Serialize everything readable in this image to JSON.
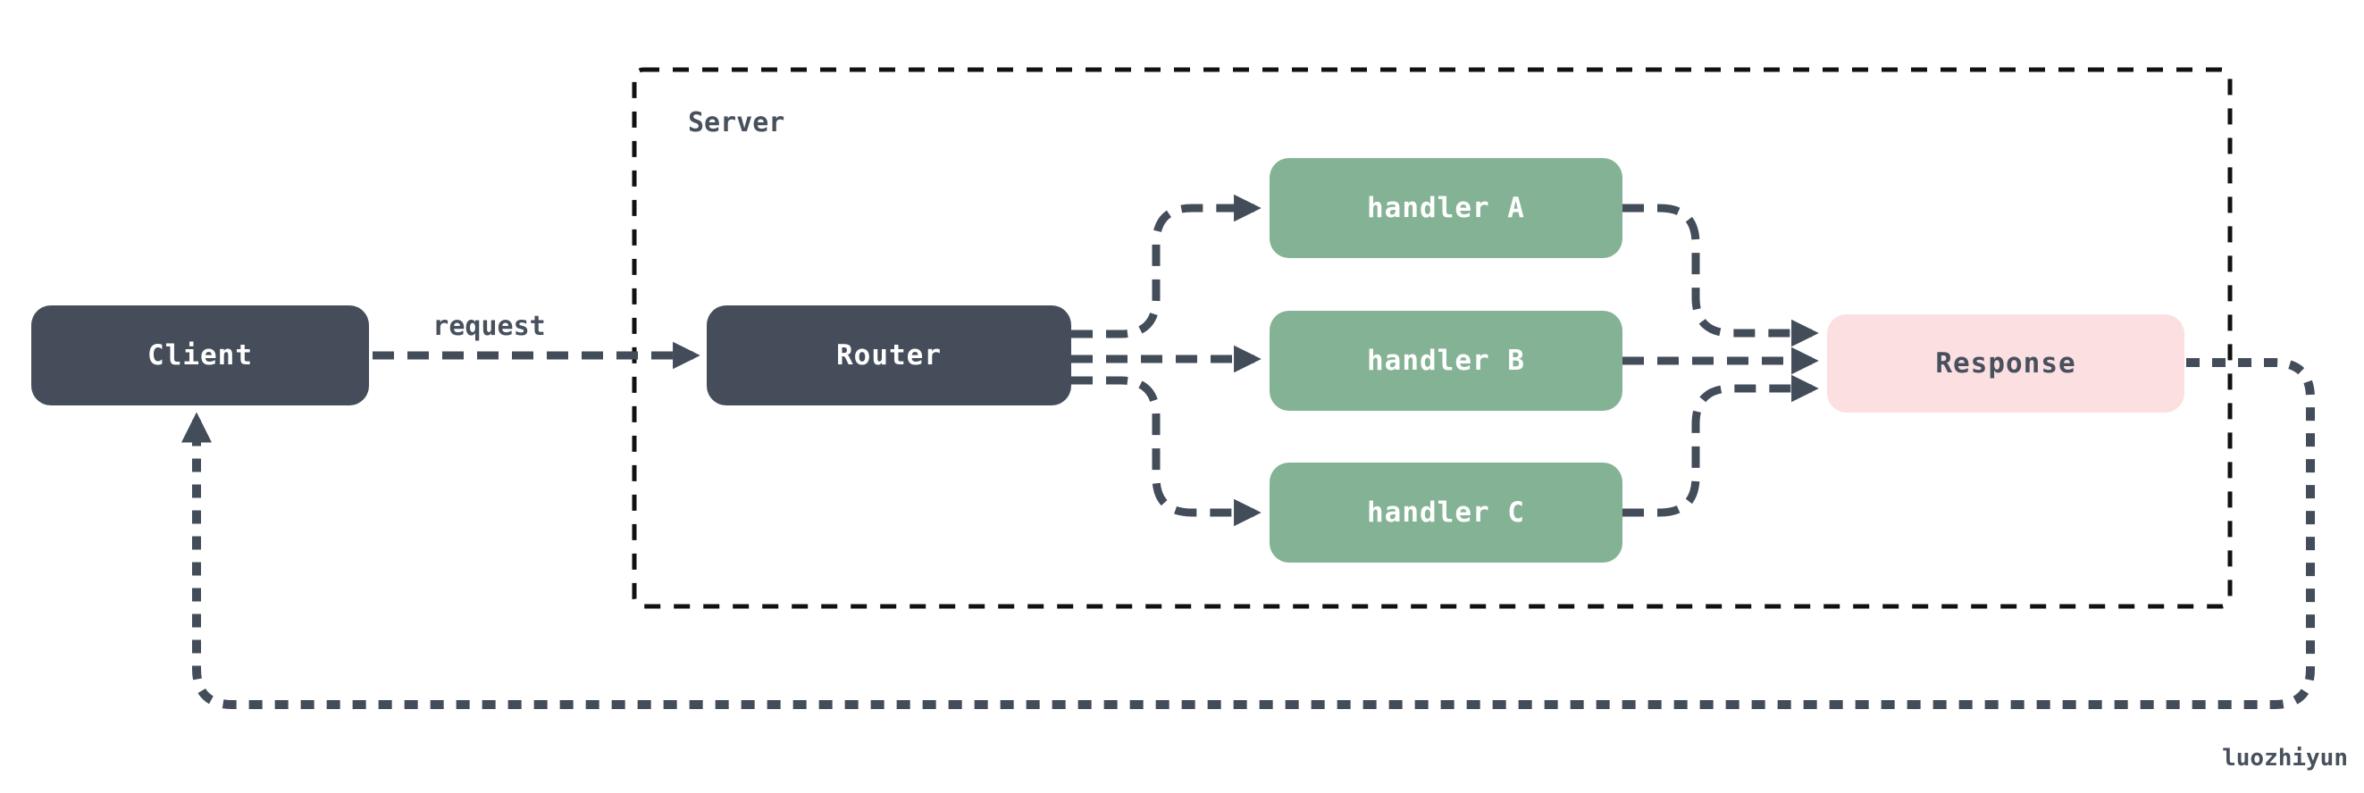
{
  "diagram": {
    "type": "flowchart",
    "watermark": "luozhiyun",
    "group": {
      "id": "server",
      "label": "Server",
      "contains": [
        "router",
        "handler_a",
        "handler_b",
        "handler_c",
        "response"
      ]
    },
    "nodes": [
      {
        "id": "client",
        "label": "Client",
        "fill": "#454d5a",
        "text_color": "#ffffff"
      },
      {
        "id": "router",
        "label": "Router",
        "fill": "#454d5a",
        "text_color": "#ffffff"
      },
      {
        "id": "handler_a",
        "label": "handler A",
        "fill": "#84b295",
        "text_color": "#ffffff"
      },
      {
        "id": "handler_b",
        "label": "handler B",
        "fill": "#84b295",
        "text_color": "#ffffff"
      },
      {
        "id": "handler_c",
        "label": "handler C",
        "fill": "#84b295",
        "text_color": "#ffffff"
      },
      {
        "id": "response",
        "label": "Response",
        "fill": "#fbdfe1",
        "text_color": "#47505c"
      }
    ],
    "edges": [
      {
        "from": "client",
        "to": "router",
        "label": "request",
        "style": "dashed"
      },
      {
        "from": "router",
        "to": "handler_a",
        "label": "",
        "style": "dashed"
      },
      {
        "from": "router",
        "to": "handler_b",
        "label": "",
        "style": "dashed"
      },
      {
        "from": "router",
        "to": "handler_c",
        "label": "",
        "style": "dashed"
      },
      {
        "from": "handler_a",
        "to": "response",
        "label": "",
        "style": "dashed"
      },
      {
        "from": "handler_b",
        "to": "response",
        "label": "",
        "style": "dashed"
      },
      {
        "from": "handler_c",
        "to": "response",
        "label": "",
        "style": "dotted"
      },
      {
        "from": "response",
        "to": "client",
        "label": "",
        "style": "dotted"
      }
    ],
    "colors": {
      "background": "#ffffff",
      "edge_line": "#434c59",
      "group_border": "#111111",
      "node_dark": "#454d5a",
      "node_green": "#84b295",
      "node_pink": "#fbdfe1",
      "label_text": "#47505c"
    }
  }
}
